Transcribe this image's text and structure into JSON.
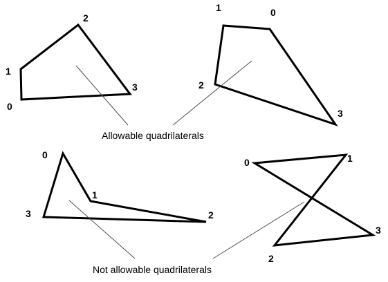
{
  "captions": {
    "allowable": "Allowable quadrilaterals",
    "not_allowable": "Not allowable quadrilaterals"
  },
  "quads": [
    {
      "id": "allowable-convex",
      "labels": [
        "0",
        "1",
        "2",
        "3"
      ]
    },
    {
      "id": "allowable-kite",
      "labels": [
        "1",
        "0",
        "2",
        "3"
      ]
    },
    {
      "id": "not-allowable-concave",
      "labels": [
        "0",
        "1",
        "2",
        "3"
      ]
    },
    {
      "id": "not-allowable-self-intersecting",
      "labels": [
        "0",
        "1",
        "2",
        "3"
      ]
    }
  ]
}
